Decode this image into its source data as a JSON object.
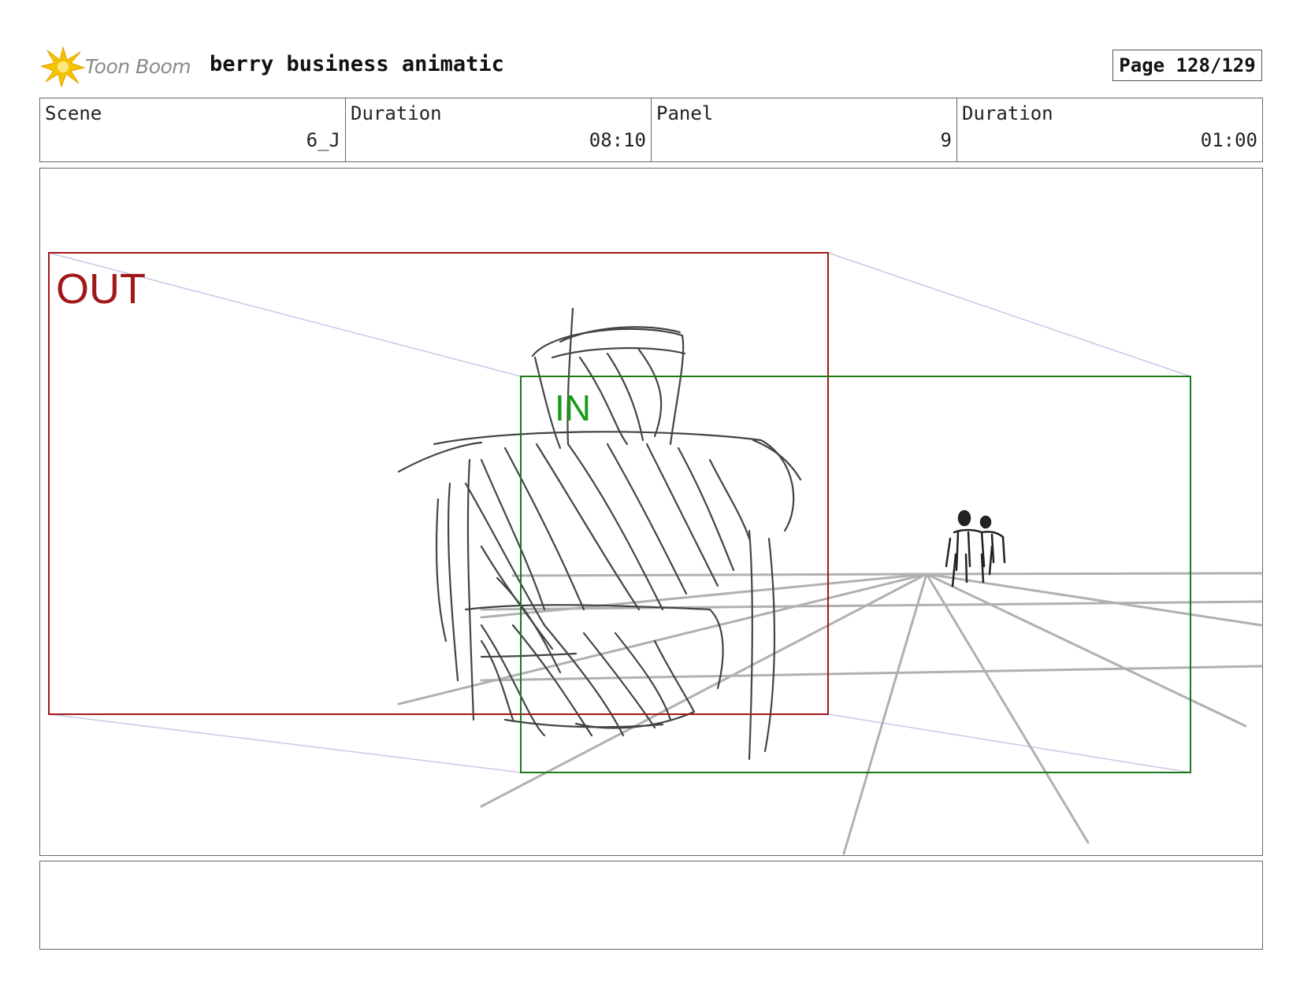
{
  "header": {
    "logo_text": "Toon Boom",
    "project_title": "berry business animatic",
    "page_label": "Page 128/129"
  },
  "info": {
    "scene": {
      "label": "Scene",
      "value": "6_J"
    },
    "scene_duration": {
      "label": "Duration",
      "value": "08:10"
    },
    "panel": {
      "label": "Panel",
      "value": "9"
    },
    "panel_duration": {
      "label": "Duration",
      "value": "01:00"
    }
  },
  "panel": {
    "out_label": "OUT",
    "in_label": "IN",
    "colors": {
      "out_frame": "#a01818",
      "in_frame": "#1a7a1a",
      "perspective_guides": "#c8c8e8",
      "floor_lines": "#b0b0b0",
      "sketch": "#444444"
    }
  },
  "caption": {
    "text": ""
  }
}
